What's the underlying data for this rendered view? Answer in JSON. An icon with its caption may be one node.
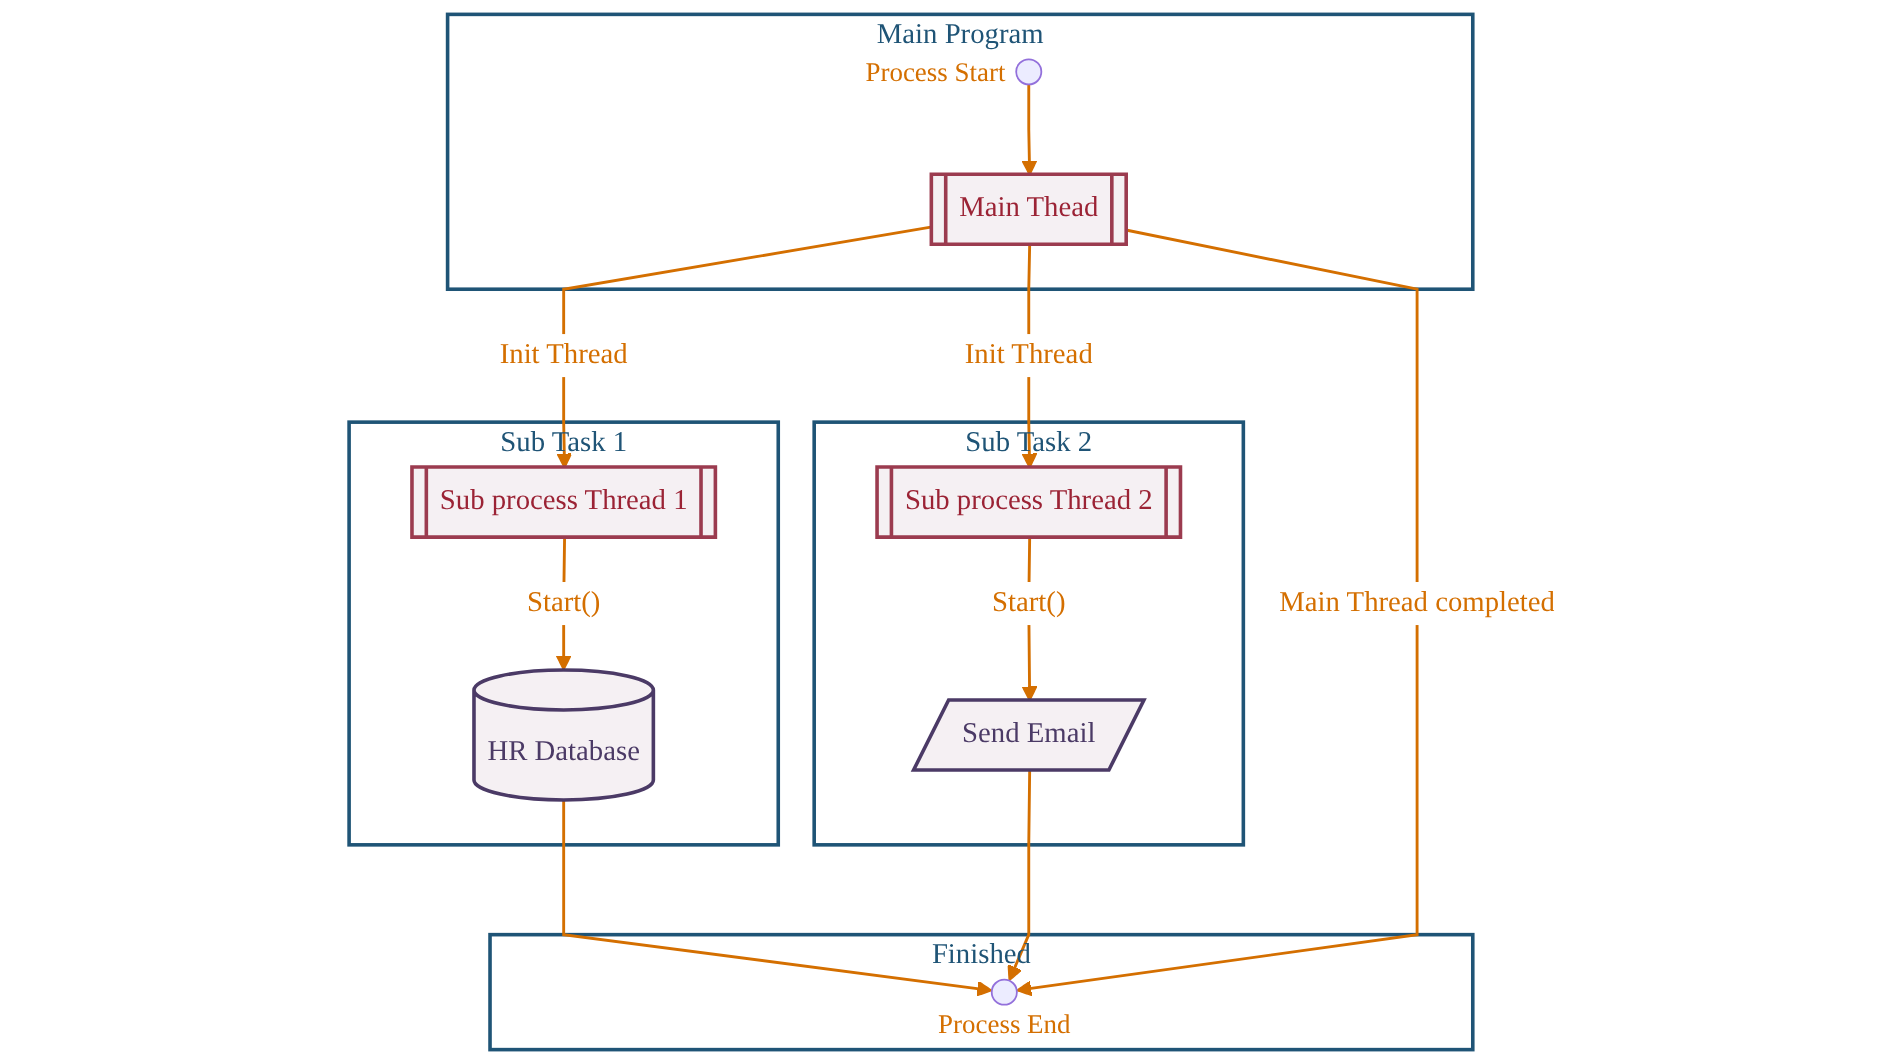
{
  "diagram": {
    "nodes": [
      {
        "text": [
          "Main Program"
        ]
      },
      {
        "text": [],
        "shape": "circle",
        "in": 0,
        "beside": [
          "Process Start"
        ]
      },
      {
        "text": [
          "Main Thead"
        ],
        "in": 0
      },
      {
        "text": [
          "Sub Task 1"
        ]
      },
      {
        "text": [
          "Sub process Thread 1"
        ],
        "in": 3
      },
      {
        "text": [
          "HR Database"
        ],
        "in": 3
      },
      {
        "text": [
          "Sub Task 2"
        ]
      },
      {
        "text": [
          "Sub process Thread 2"
        ],
        "in": 6
      },
      {
        "text": [
          "Send Email"
        ],
        "in": 6
      },
      {
        "text": [
          "Finished"
        ]
      },
      {
        "text": [],
        "shape": "circle",
        "in": 9,
        "beside": [
          "Process End"
        ]
      }
    ],
    "edges": [
      {
        "from": 1,
        "to": 2,
        "arrow": "to"
      },
      {
        "from": 2,
        "to": 4,
        "arrow": "to",
        "label": "Init Thread"
      },
      {
        "from": 4,
        "to": 5,
        "arrow": "to",
        "label": "Start()"
      },
      {
        "from": 2,
        "to": 7,
        "arrow": "to",
        "label": "Init Thread"
      },
      {
        "from": 7,
        "to": 8,
        "arrow": "to",
        "label": "Start()"
      },
      {
        "from": 5,
        "to": 10,
        "arrow": "to"
      },
      {
        "from": 8,
        "to": 10,
        "arrow": "to"
      },
      {
        "from": 2,
        "to": 10,
        "arrow": "to",
        "label": "Main Thread completed"
      }
    ]
  }
}
